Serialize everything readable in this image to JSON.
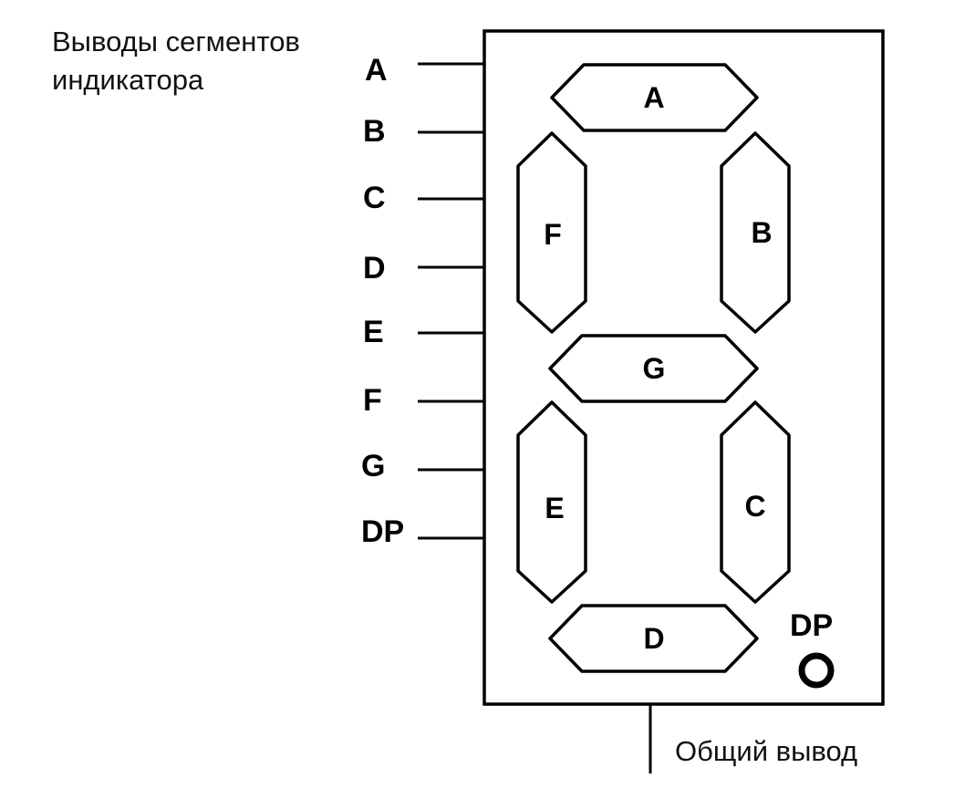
{
  "caption": {
    "line1": "Выводы сегментов",
    "line2": "индикатора"
  },
  "pins": [
    "A",
    "B",
    "C",
    "D",
    "E",
    "F",
    "G",
    "DP"
  ],
  "segments": {
    "A": "A",
    "B": "B",
    "C": "C",
    "D": "D",
    "E": "E",
    "F": "F",
    "G": "G"
  },
  "dp_label": "DP",
  "common_label": "Общий вывод"
}
